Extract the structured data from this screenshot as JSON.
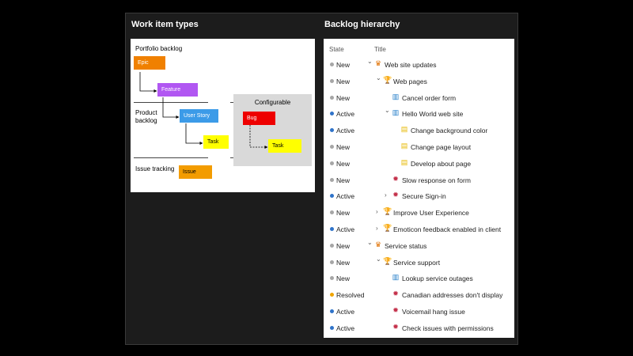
{
  "left": {
    "title": "Work item types",
    "portfolio_label": "Portfolio backlog",
    "product_label": "Product backlog",
    "issue_label": "Issue tracking",
    "configurable_label": "Configurable",
    "boxes": {
      "epic": "Epic",
      "feature": "Feature",
      "user_story": "User Story",
      "task": "Task",
      "bug": "Bug",
      "task2": "Task",
      "issue": "Issue"
    },
    "colors": {
      "epic": "#f08000",
      "feature": "#b157f2",
      "user_story": "#3c9be8",
      "task": "#ffff00",
      "bug": "#ee0000",
      "issue": "#f39c00"
    }
  },
  "right": {
    "title": "Backlog hierarchy",
    "headers": {
      "state": "State",
      "title": "Title"
    },
    "rows": [
      {
        "state": "New",
        "title": "Web site updates",
        "type": "epic",
        "chevron": "v",
        "indent": 0
      },
      {
        "state": "New",
        "title": "Web pages",
        "type": "feature",
        "chevron": "v",
        "indent": 1
      },
      {
        "state": "New",
        "title": "Cancel order form",
        "type": "story",
        "chevron": "",
        "indent": 2
      },
      {
        "state": "Active",
        "title": "Hello World web site",
        "type": "story",
        "chevron": "v",
        "indent": 2
      },
      {
        "state": "Active",
        "title": "Change background color",
        "type": "task",
        "chevron": "",
        "indent": 3
      },
      {
        "state": "New",
        "title": "Change page layout",
        "type": "task",
        "chevron": "",
        "indent": 3
      },
      {
        "state": "New",
        "title": "Develop about page",
        "type": "task",
        "chevron": "",
        "indent": 3
      },
      {
        "state": "New",
        "title": "Slow response on form",
        "type": "bug",
        "chevron": "",
        "indent": 2
      },
      {
        "state": "Active",
        "title": "Secure Sign-in",
        "type": "bug",
        "chevron": ">",
        "indent": 2
      },
      {
        "state": "New",
        "title": "Improve User Experience",
        "type": "feature",
        "chevron": ">",
        "indent": 1
      },
      {
        "state": "Active",
        "title": "Emoticon feedback enabled in client",
        "type": "feature",
        "chevron": ">",
        "indent": 1
      },
      {
        "state": "New",
        "title": "Service status",
        "type": "epic",
        "chevron": "v",
        "indent": 0
      },
      {
        "state": "New",
        "title": "Service support",
        "type": "feature",
        "chevron": "v",
        "indent": 1
      },
      {
        "state": "New",
        "title": "Lookup service outages",
        "type": "story",
        "chevron": "",
        "indent": 2
      },
      {
        "state": "Resolved",
        "title": "Canadian addresses don't display",
        "type": "bug",
        "chevron": "",
        "indent": 2
      },
      {
        "state": "Active",
        "title": "Voicemail hang issue",
        "type": "bug",
        "chevron": "",
        "indent": 2
      },
      {
        "state": "Active",
        "title": "Check issues with permissions",
        "type": "bug",
        "chevron": "",
        "indent": 2
      }
    ],
    "state_colors": {
      "New": "#a6a6a6",
      "Active": "#2f73c9",
      "Resolved": "#f0a400"
    },
    "icons": {
      "epic": {
        "name": "crown-icon",
        "glyph": "♛",
        "color": "#e07000"
      },
      "feature": {
        "name": "trophy-icon",
        "glyph": "🏆",
        "color": "#7d2fb3"
      },
      "story": {
        "name": "book-icon",
        "glyph": "▥",
        "color": "#1d7ac7"
      },
      "task": {
        "name": "clipboard-icon",
        "glyph": "▤",
        "color": "#e6b800"
      },
      "bug": {
        "name": "bug-icon",
        "glyph": "✹",
        "color": "#c4314b"
      }
    }
  }
}
